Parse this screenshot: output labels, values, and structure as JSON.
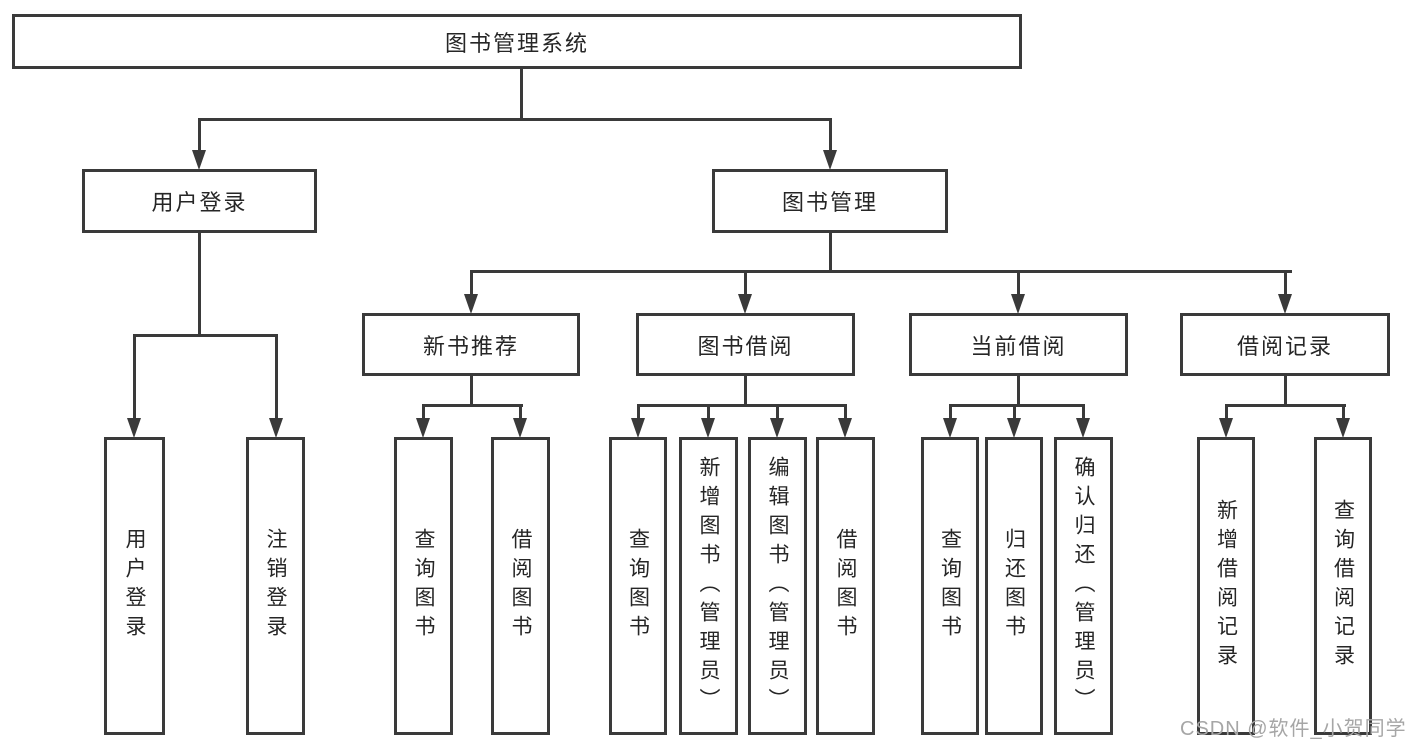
{
  "colors": {
    "line": "#3a3a3a",
    "text": "#262626",
    "watermark": "#a6a6a6",
    "bg": "#ffffff"
  },
  "diagram_type": "hierarchy-tree",
  "tree": {
    "label": "图书管理系统",
    "children": [
      {
        "label": "用户登录",
        "children": [
          {
            "label": "用户登录"
          },
          {
            "label": "注销登录"
          }
        ]
      },
      {
        "label": "图书管理",
        "children": [
          {
            "label": "新书推荐",
            "children": [
              {
                "label": "查询图书"
              },
              {
                "label": "借阅图书"
              }
            ]
          },
          {
            "label": "图书借阅",
            "children": [
              {
                "label": "查询图书"
              },
              {
                "label": "新增图书（管理员）"
              },
              {
                "label": "编辑图书（管理员）"
              },
              {
                "label": "借阅图书"
              }
            ]
          },
          {
            "label": "当前借阅",
            "children": [
              {
                "label": "查询图书"
              },
              {
                "label": "归还图书"
              },
              {
                "label": "确认归还（管理员）"
              }
            ]
          },
          {
            "label": "借阅记录",
            "children": [
              {
                "label": "新增借阅记录"
              },
              {
                "label": "查询借阅记录"
              }
            ]
          }
        ]
      }
    ]
  },
  "watermark": {
    "text": "CSDN @软件_小贺同学"
  }
}
